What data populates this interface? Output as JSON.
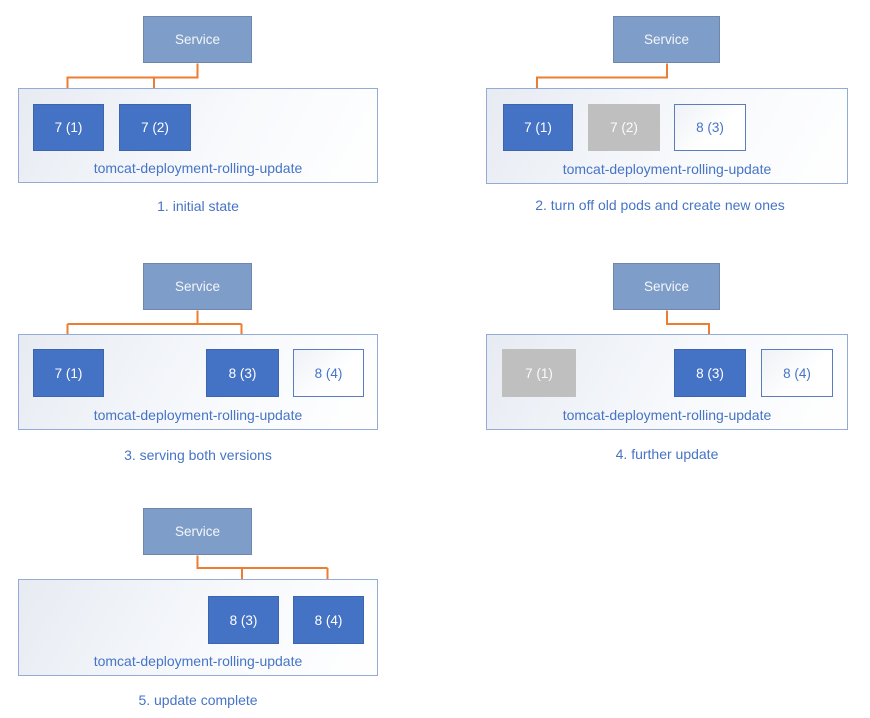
{
  "colors": {
    "service-blue": "#7e9ec9",
    "service-border": "#6e87ab",
    "pod-blue": "#4472c4",
    "pod-blue-border": "#3c65ae",
    "pod-gray": "#bfbfbf",
    "outline-blue": "#5b7dbd",
    "text-blue": "#4674c6",
    "arrow-orange": "#ed7d31",
    "container-border": "#93abd5"
  },
  "panels": [
    {
      "service_label": "Service",
      "deployment_label": "tomcat-deployment-rolling-update",
      "caption": "1. initial state",
      "pods": [
        {
          "label": "7 (1)",
          "state": "active"
        },
        {
          "label": "7 (2)",
          "state": "active"
        }
      ]
    },
    {
      "service_label": "Service",
      "deployment_label": "tomcat-deployment-rolling-update",
      "caption": "2. turn off old pods and create new ones",
      "pods": [
        {
          "label": "7 (1)",
          "state": "active"
        },
        {
          "label": "7 (2)",
          "state": "terminated"
        },
        {
          "label": "8 (3)",
          "state": "pending"
        }
      ]
    },
    {
      "service_label": "Service",
      "deployment_label": "tomcat-deployment-rolling-update",
      "caption": "3. serving both versions",
      "pods": [
        {
          "label": "7 (1)",
          "state": "active"
        },
        {
          "label": "8 (3)",
          "state": "active"
        },
        {
          "label": "8 (4)",
          "state": "pending"
        }
      ]
    },
    {
      "service_label": "Service",
      "deployment_label": "tomcat-deployment-rolling-update",
      "caption": "4. further update",
      "pods": [
        {
          "label": "7 (1)",
          "state": "terminated"
        },
        {
          "label": "8 (3)",
          "state": "active"
        },
        {
          "label": "8 (4)",
          "state": "pending"
        }
      ]
    },
    {
      "service_label": "Service",
      "deployment_label": "tomcat-deployment-rolling-update",
      "caption": "5. update complete",
      "pods": [
        {
          "label": "8 (3)",
          "state": "active"
        },
        {
          "label": "8 (4)",
          "state": "active"
        }
      ]
    }
  ]
}
